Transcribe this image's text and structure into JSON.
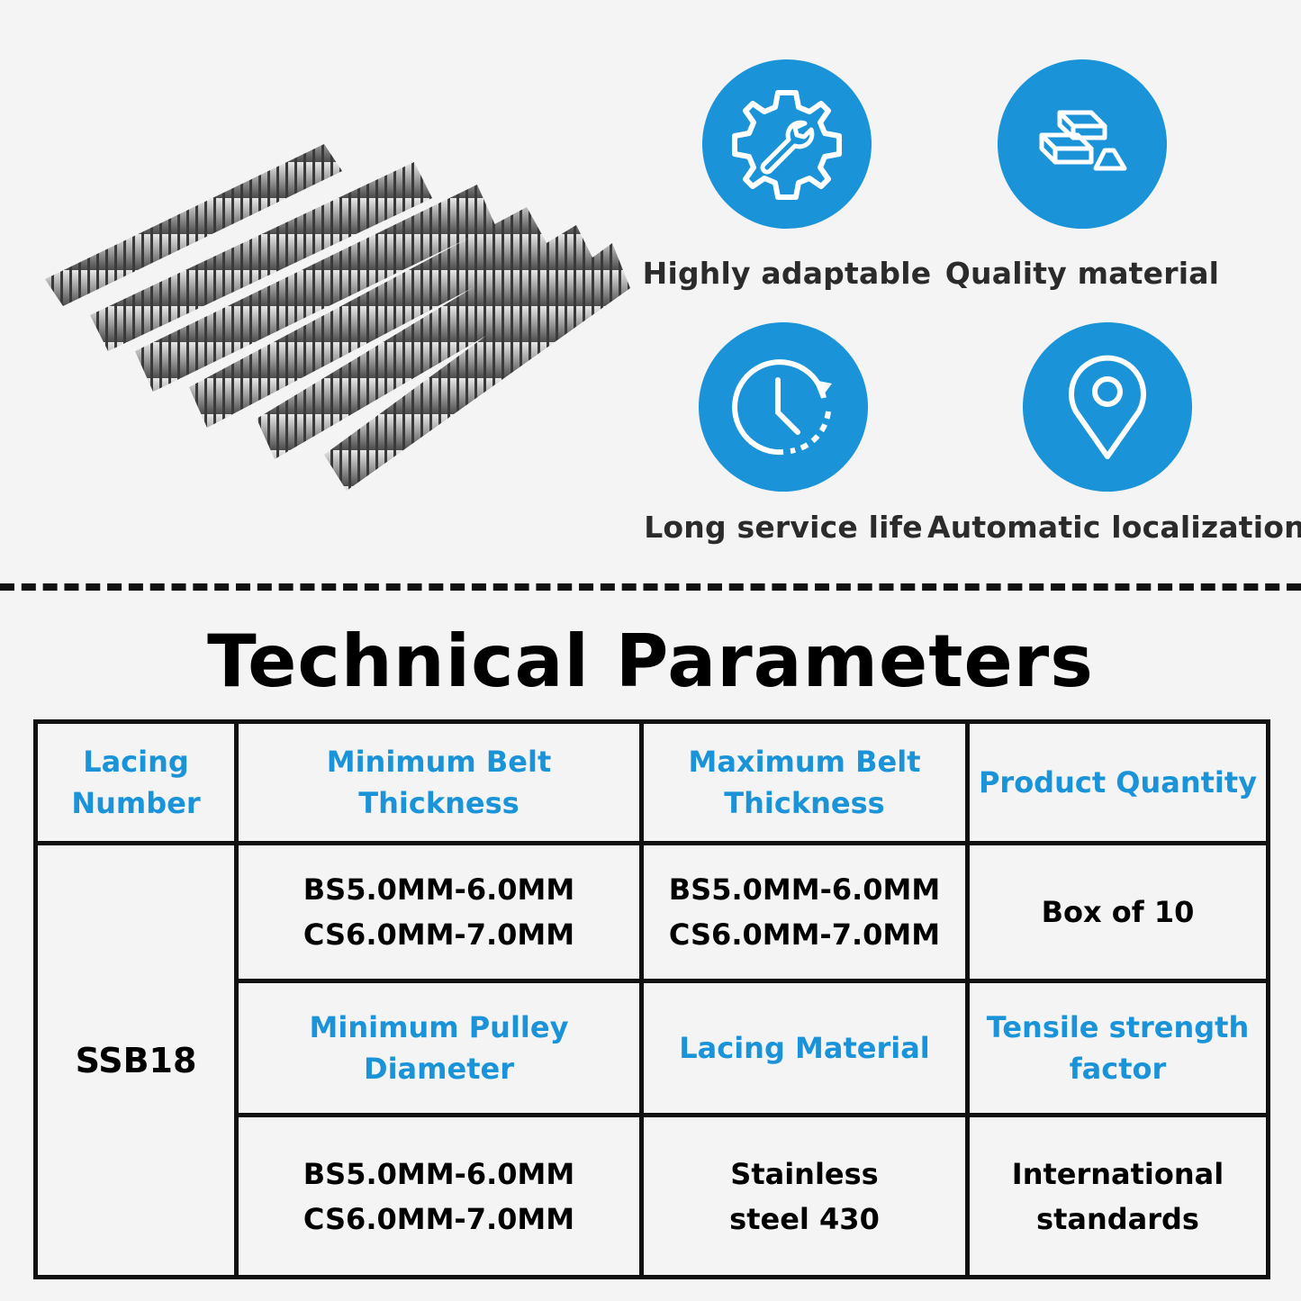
{
  "features": [
    {
      "label": "Highly adaptable",
      "icon": "gear-wrench-icon"
    },
    {
      "label": "Quality material",
      "icon": "metal-ingots-icon"
    },
    {
      "label": "Long service life",
      "icon": "clock-icon"
    },
    {
      "label": "Automatic localization",
      "icon": "location-pin-icon"
    }
  ],
  "accent_color": "#1a93d8",
  "section_title": "Technical Parameters",
  "table": {
    "headers_row1": [
      "Lacing\nNumber",
      "Minimum Belt\nThickness",
      "Maximum Belt\nThickness",
      "Product Quantity"
    ],
    "row1_values": [
      "BS5.0MM-6.0MM\nCS6.0MM-7.0MM",
      "BS5.0MM-6.0MM\nCS6.0MM-7.0MM",
      "Box of 10"
    ],
    "lacing_number": "SSB18",
    "headers_row2": [
      "Minimum Pulley\nDiameter",
      "Lacing Material",
      "Tensile strength\nfactor"
    ],
    "row2_values": [
      "BS5.0MM-6.0MM\nCS6.0MM-7.0MM",
      "Stainless\nsteel 430",
      "International\nstandards"
    ]
  }
}
